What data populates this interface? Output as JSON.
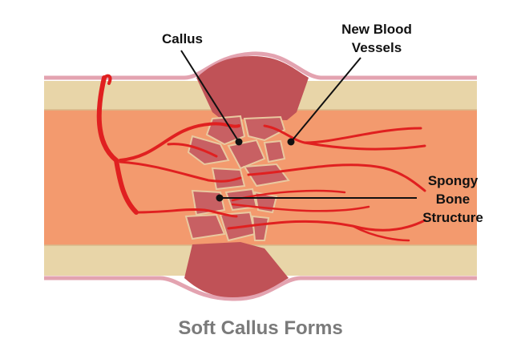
{
  "title": "Soft Callus Forms",
  "labels": {
    "callus": "Callus",
    "new_blood_vessels": [
      "New Blood",
      "Vessels"
    ],
    "spongy_bone_structure": [
      "Spongy",
      "Bone",
      "Structure"
    ]
  },
  "colors": {
    "marrow": "#f39a6e",
    "cortex": "#e8d5a8",
    "periosteum": "#e3a3b0",
    "callus": "#c05257",
    "vessel": "#e02020",
    "title": "#7a7a7a"
  }
}
